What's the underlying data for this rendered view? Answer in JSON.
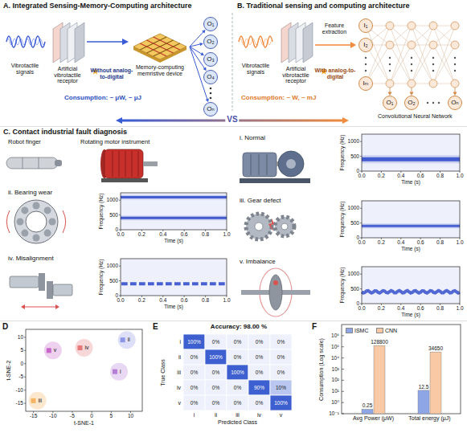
{
  "diagram": {
    "nodes": [
      {
        "text": [
          "Memory-computing memristive device"
        ]
      },
      {
        "text": [
          "O₁"
        ]
      },
      {
        "text": [
          "O₂"
        ]
      },
      {
        "text": [
          "O₃"
        ]
      },
      {
        "text": [
          "O₄"
        ]
      },
      {
        "text": [
          "Oₙ"
        ]
      },
      {
        "text": [
          "I₁"
        ]
      },
      {
        "text": [
          "I₂"
        ]
      },
      {
        "text": [
          "Iₘ"
        ]
      },
      {
        "text": [
          "O₁"
        ]
      },
      {
        "text": [
          "O₂"
        ]
      },
      {
        "text": [
          "Oₙ"
        ]
      }
    ],
    "edges": [
      {
        "from": 0,
        "to": 1,
        "arrow": "to"
      },
      {
        "from": 0,
        "to": 2,
        "arrow": "to"
      },
      {
        "from": 0,
        "to": 3,
        "arrow": "to"
      },
      {
        "from": 0,
        "to": 4,
        "arrow": "to"
      },
      {
        "from": 0,
        "to": 5,
        "arrow": "to"
      }
    ],
    "labels": [
      "A. Integrated Sensing-Memory-Computing architecture",
      "Vibrotactile signals",
      "Artificial vibrotactile receptor",
      "Without analog-to-digital",
      "Consumption: ~ μW, ~ μJ",
      "B. Traditional sensing and computing architecture",
      "Vibrotactile signals",
      "Artificial vibrotactile receptor",
      "Feature extraction",
      "With analog-to-digital",
      "Consumption: ~ W, ~ mJ",
      "Convolutional Neural Network",
      "VS",
      "C. Contact industrial fault diagnosis",
      "Robot finger",
      "Rotating motor instrument",
      "i. Normal",
      "ii. Bearing wear",
      "iii. Gear defect",
      "iv. Misalignment",
      "v. Imbalance",
      "Frequency (Hz)",
      "1000",
      "500",
      "0",
      "0.0",
      "0.2",
      "0.4",
      "0.6",
      "0.8",
      "1.0",
      "Time (s)",
      "Frequency (Hz)",
      "1000",
      "500",
      "0",
      "0.0",
      "0.2",
      "0.4",
      "0.6",
      "0.8",
      "1.0",
      "Time (s)",
      "Frequency (Hz)",
      "1000",
      "500",
      "0",
      "0.0",
      "0.2",
      "0.4",
      "0.6",
      "0.8",
      "1.0",
      "Time (s)",
      "Frequency (Hz)",
      "1000",
      "500",
      "0",
      "0.0",
      "0.2",
      "0.4",
      "0.6",
      "0.8",
      "1.0",
      "Time (s)",
      "Frequency (Hz)",
      "1000",
      "500",
      "0",
      "0.0",
      "0.2",
      "0.4",
      "0.6",
      "0.8",
      "1.0",
      "Time (s)",
      "D",
      "t-SNE-2",
      "10",
      "5",
      "0",
      "-5",
      "-10",
      "-15",
      "-15",
      "-10",
      "-5",
      "0",
      "5",
      "10",
      "t-SNE-1",
      "i",
      "ii",
      "iii",
      "iv",
      "v",
      "E",
      "Accuracy: 98.00 %",
      "True Class",
      "i",
      "ii",
      "iii",
      "iv",
      "v",
      "100%",
      "0%",
      "0%",
      "0%",
      "0%",
      "0%",
      "100%",
      "0%",
      "0%",
      "0%",
      "0%",
      "0%",
      "100%",
      "0%",
      "0%",
      "0%",
      "0%",
      "0%",
      "90%",
      "10%",
      "0%",
      "0%",
      "0%",
      "0%",
      "100%",
      "i",
      "ii",
      "iii",
      "iv",
      "v",
      "Predicted Class",
      "F",
      "Consumption (Log scale)",
      "10⁶",
      "10⁵",
      "10⁴",
      "10³",
      "10²",
      "10¹",
      "10⁰",
      "10⁻¹",
      "0.25",
      "128800",
      "12.5",
      "34650",
      "Avg Power (μW)",
      "Total energy (μJ)"
    ],
    "legend": [
      {
        "text": "ISMC",
        "color": "#8fa6e6"
      },
      {
        "text": "CNN",
        "color": "#f8c9a4"
      }
    ]
  }
}
